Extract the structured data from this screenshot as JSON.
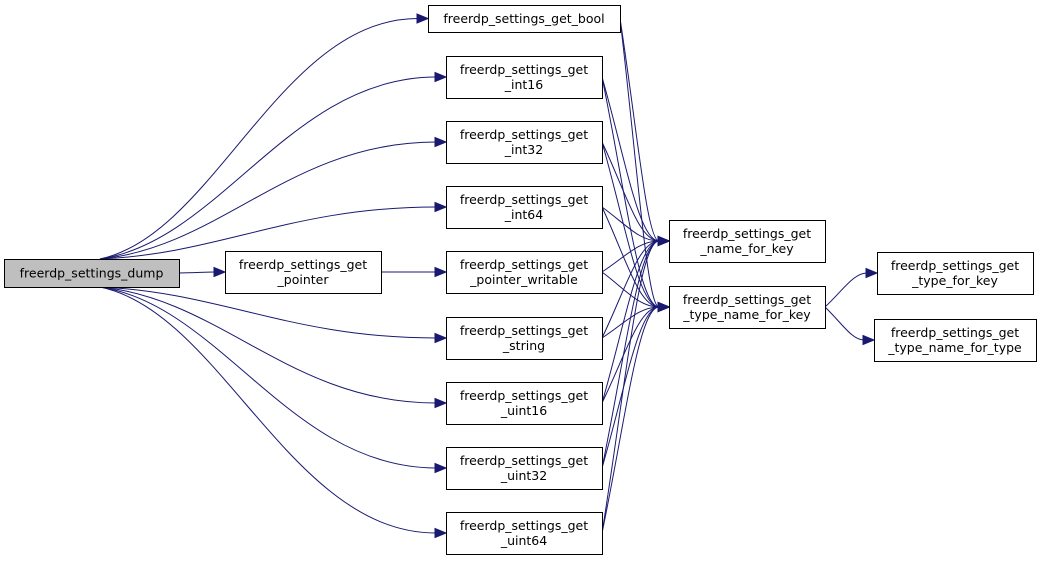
{
  "colors": {
    "edge": "#191970",
    "root_fill": "#bfbfbf",
    "node_fill": "#ffffff",
    "node_border": "#000000"
  },
  "nodes": [
    {
      "id": "dump",
      "lines": [
        "freerdp_settings_dump"
      ],
      "highlighted": true
    },
    {
      "id": "get_pointer",
      "lines": [
        "freerdp_settings_get",
        "_pointer"
      ]
    },
    {
      "id": "get_bool",
      "lines": [
        "freerdp_settings_get_bool"
      ]
    },
    {
      "id": "get_int16",
      "lines": [
        "freerdp_settings_get",
        "_int16"
      ]
    },
    {
      "id": "get_int32",
      "lines": [
        "freerdp_settings_get",
        "_int32"
      ]
    },
    {
      "id": "get_int64",
      "lines": [
        "freerdp_settings_get",
        "_int64"
      ]
    },
    {
      "id": "get_pointer_writable",
      "lines": [
        "freerdp_settings_get",
        "_pointer_writable"
      ]
    },
    {
      "id": "get_string",
      "lines": [
        "freerdp_settings_get",
        "_string"
      ]
    },
    {
      "id": "get_uint16",
      "lines": [
        "freerdp_settings_get",
        "_uint16"
      ]
    },
    {
      "id": "get_uint32",
      "lines": [
        "freerdp_settings_get",
        "_uint32"
      ]
    },
    {
      "id": "get_uint64",
      "lines": [
        "freerdp_settings_get",
        "_uint64"
      ]
    },
    {
      "id": "name_for_key",
      "lines": [
        "freerdp_settings_get",
        "_name_for_key"
      ]
    },
    {
      "id": "type_name_for_key",
      "lines": [
        "freerdp_settings_get",
        "_type_name_for_key"
      ]
    },
    {
      "id": "type_for_key",
      "lines": [
        "freerdp_settings_get",
        "_type_for_key"
      ]
    },
    {
      "id": "type_name_for_type",
      "lines": [
        "freerdp_settings_get",
        "_type_name_for_type"
      ]
    }
  ],
  "edges": [
    {
      "from": "dump",
      "to": "get_bool"
    },
    {
      "from": "dump",
      "to": "get_int16"
    },
    {
      "from": "dump",
      "to": "get_int32"
    },
    {
      "from": "dump",
      "to": "get_int64"
    },
    {
      "from": "dump",
      "to": "get_pointer"
    },
    {
      "from": "dump",
      "to": "get_string"
    },
    {
      "from": "dump",
      "to": "get_uint16"
    },
    {
      "from": "dump",
      "to": "get_uint32"
    },
    {
      "from": "dump",
      "to": "get_uint64"
    },
    {
      "from": "get_pointer",
      "to": "get_pointer_writable"
    },
    {
      "from": "get_bool",
      "to": "name_for_key"
    },
    {
      "from": "get_bool",
      "to": "type_name_for_key"
    },
    {
      "from": "get_int16",
      "to": "name_for_key"
    },
    {
      "from": "get_int16",
      "to": "type_name_for_key"
    },
    {
      "from": "get_int32",
      "to": "name_for_key"
    },
    {
      "from": "get_int32",
      "to": "type_name_for_key"
    },
    {
      "from": "get_int64",
      "to": "name_for_key"
    },
    {
      "from": "get_int64",
      "to": "type_name_for_key"
    },
    {
      "from": "get_pointer_writable",
      "to": "name_for_key"
    },
    {
      "from": "get_pointer_writable",
      "to": "type_name_for_key"
    },
    {
      "from": "get_string",
      "to": "name_for_key"
    },
    {
      "from": "get_string",
      "to": "type_name_for_key"
    },
    {
      "from": "get_uint16",
      "to": "name_for_key"
    },
    {
      "from": "get_uint16",
      "to": "type_name_for_key"
    },
    {
      "from": "get_uint32",
      "to": "name_for_key"
    },
    {
      "from": "get_uint32",
      "to": "type_name_for_key"
    },
    {
      "from": "get_uint64",
      "to": "name_for_key"
    },
    {
      "from": "get_uint64",
      "to": "type_name_for_key"
    },
    {
      "from": "type_name_for_key",
      "to": "type_for_key"
    },
    {
      "from": "type_name_for_key",
      "to": "type_name_for_type"
    }
  ]
}
